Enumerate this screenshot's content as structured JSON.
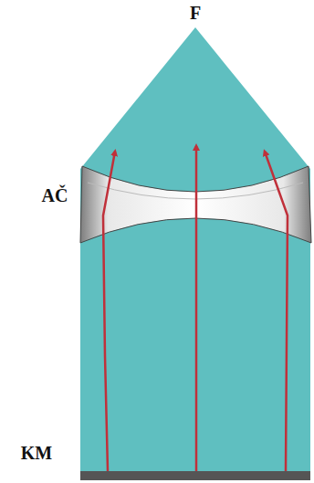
{
  "diagram": {
    "labels": [
      "F",
      "AČ",
      "KM"
    ]
  }
}
